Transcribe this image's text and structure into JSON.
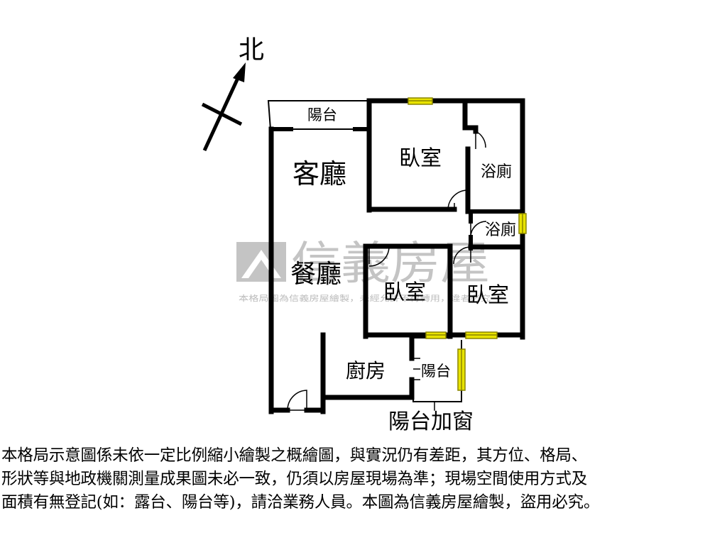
{
  "compass": {
    "north_label": "北"
  },
  "rooms": {
    "balcony_top": "陽台",
    "living_room": "客廳",
    "bedroom_top": "臥室",
    "bathroom_1": "浴廁",
    "bathroom_2": "浴廁",
    "dining_room": "餐廳",
    "bedroom_middle": "臥室",
    "bedroom_right": "臥室",
    "kitchen": "廚房",
    "balcony_kitchen": "陽台",
    "balcony_window_note": "陽台加窗"
  },
  "watermark": {
    "brand": "信義房屋",
    "notice": "本格局圖為信義房屋繪製，未經允許不得轉用，違者必究"
  },
  "disclaimer": {
    "lines": [
      "本格局示意圖係未依一定比例縮小繪製之概繪圖，與實況仍有差距，其方位、格局、",
      "形狀等與地政機關測量成果圖未必一致，仍須以房屋現場為準；現場空間使用方式及",
      "面積有無登記(如：露台、陽台等)，請洽業務人員。本圖為信義房屋繪製，盜用必究。"
    ]
  },
  "colors": {
    "wall": "#000000",
    "window_fill": "#e8e300",
    "window_stroke": "#8a8500",
    "watermark": "#c4c4c4"
  }
}
